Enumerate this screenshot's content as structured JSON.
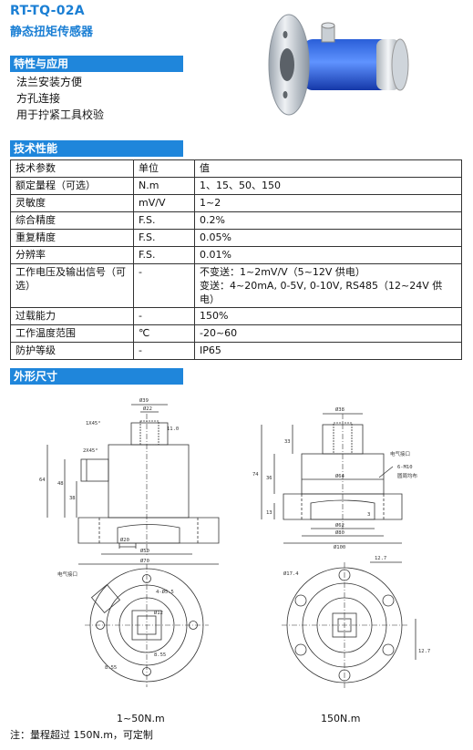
{
  "header": {
    "model": "RT-TQ-02A",
    "name": "静态扭矩传感器"
  },
  "sections": {
    "features": "特性与应用",
    "specs": "技术性能",
    "dimensions": "外形尺寸"
  },
  "features": [
    "法兰安装方便",
    "方孔连接",
    "用于拧紧工具校验"
  ],
  "table": {
    "headers": [
      "技术参数",
      "单位",
      "值"
    ],
    "rows": [
      [
        "额定量程（可选）",
        "N.m",
        "1、15、50、150"
      ],
      [
        "灵敏度",
        "mV/V",
        "1~2"
      ],
      [
        "综合精度",
        "F.S.",
        "0.2%"
      ],
      [
        "重复精度",
        "F.S.",
        "0.05%"
      ],
      [
        "分辨率",
        "F.S.",
        "0.01%"
      ],
      [
        "工作电压及输出信号（可选）",
        "-",
        "不变送：1~2mV/V（5~12V 供电）",
        "变送：4~20mA, 0-5V, 0-10V, RS485（12~24V 供电）"
      ],
      [
        "过载能力",
        "-",
        "150%"
      ],
      [
        "工作温度范围",
        "℃",
        "-20~60"
      ],
      [
        "防护等级",
        "-",
        "IP65"
      ]
    ]
  },
  "drawing": {
    "left": {
      "d_top": "Ø39",
      "d_inner": "Ø22",
      "d_mid": "Ø50",
      "d_bot": "Ø70",
      "h_total": "64",
      "h_body": "48",
      "h_lower": "38",
      "h_1": "11.0",
      "chamfer1": "1X45°",
      "chamfer2": "2X45°",
      "d_20": "Ø20",
      "connector": "电气接口",
      "holes": "4-Ø5.5",
      "sq1": "8.55",
      "sq2": "8.55",
      "pcd": "Ø12"
    },
    "right": {
      "d_top": "Ø38",
      "d_mid": "Ø64",
      "d_62": "Ø62",
      "d_80": "Ø80",
      "d_100": "Ø100",
      "h_total": "74",
      "h_body": "36",
      "h_13": "13",
      "h_33": "33",
      "h_3": "3",
      "connector": "电气接口",
      "holes": "6-M10",
      "holes_note": "圆周均布",
      "dim1": "12.7",
      "dim2": "12.7",
      "pcd": "Ø17.4"
    }
  },
  "captions": {
    "left": "1~50N.m",
    "right": "150N.m"
  },
  "note": "注：量程超过 150N.m，可定制"
}
